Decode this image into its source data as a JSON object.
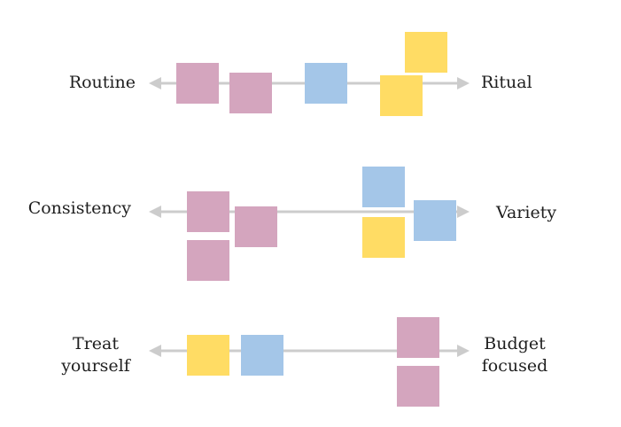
{
  "colors": {
    "pink": "#d4a5be",
    "blue": "#a4c6e8",
    "yellow": "#ffdc64",
    "axis": "#cccccc"
  },
  "rows": [
    {
      "id": "routine-ritual",
      "left_label": [
        "Routine"
      ],
      "right_label": [
        "Ritual"
      ],
      "notes": [
        "pink",
        "pink",
        "blue",
        "yellow",
        "yellow"
      ]
    },
    {
      "id": "consistency-variety",
      "left_label": [
        "Consistency"
      ],
      "right_label": [
        "Variety"
      ],
      "notes": [
        "pink",
        "pink",
        "pink",
        "blue",
        "yellow",
        "blue"
      ]
    },
    {
      "id": "treat-budget",
      "left_label": [
        "Treat",
        "yourself"
      ],
      "right_label": [
        "Budget",
        "focused"
      ],
      "notes": [
        "yellow",
        "blue",
        "pink",
        "pink"
      ]
    }
  ]
}
